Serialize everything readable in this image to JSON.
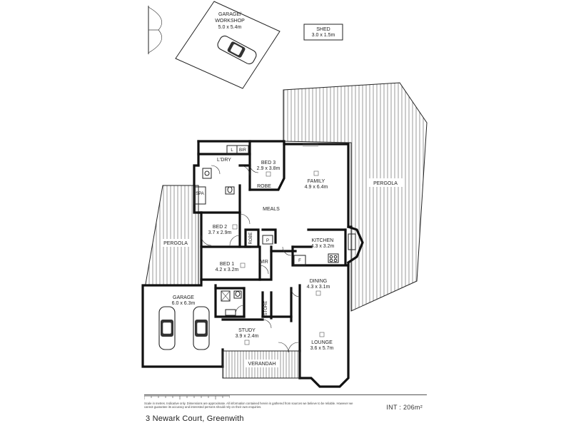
{
  "rooms": {
    "garage_workshop": {
      "name_line1": "GARAGE/",
      "name_line2": "WORKSHOP",
      "size": "5.0 x 5.4m"
    },
    "shed": {
      "name": "SHED",
      "size": "3.0 x 1.5m"
    },
    "pergola_left": {
      "name": "PERGOLA"
    },
    "pergola_right": {
      "name": "PERGOLA"
    },
    "ldry": {
      "name": "L'DRY"
    },
    "bir": {
      "name": "BIR"
    },
    "linen": {
      "name": "L"
    },
    "bed3": {
      "name": "BED 3",
      "size": "2.9 x 3.8m"
    },
    "robe_bed3": {
      "name": "ROBE"
    },
    "family": {
      "name": "FAMILY",
      "size": "4.9 x 6.4m"
    },
    "meals": {
      "name": "MEALS"
    },
    "bed2": {
      "name": "BED 2",
      "size": "3.7 x 2.9m"
    },
    "robe_bed2": {
      "name": "ROBE"
    },
    "pantry": {
      "name": "P"
    },
    "kitchen": {
      "name": "KITCHEN",
      "size": "4.3 x 3.2m"
    },
    "fridge": {
      "name": "F"
    },
    "bed1": {
      "name": "BED 1",
      "size": "4.2 x 3.2m"
    },
    "wir": {
      "name": "WIR"
    },
    "dining": {
      "name": "DINING",
      "size": "4.3 x 3.1m"
    },
    "garage": {
      "name": "GARAGE",
      "size": "6.0 x 6.3m"
    },
    "store": {
      "name": "STORE"
    },
    "study": {
      "name": "STUDY",
      "size": "3.9 x 2.4m"
    },
    "lounge": {
      "name": "LOUNGE",
      "size": "3.6 x 5.7m"
    },
    "verandah": {
      "name": "VERANDAH"
    },
    "shower": {
      "name": "SPA"
    }
  },
  "footer": {
    "disclaimer": "Scale in metres. Indicative only. Dimensions are approximate. All information contained herein is gathered from sources we believe to be reliable. However we cannot guarantee its accuracy and interested persons should rely on their own enquiries.",
    "internal_area": "INT : 206m²",
    "address": "3 Newark Court, Greenwith"
  }
}
